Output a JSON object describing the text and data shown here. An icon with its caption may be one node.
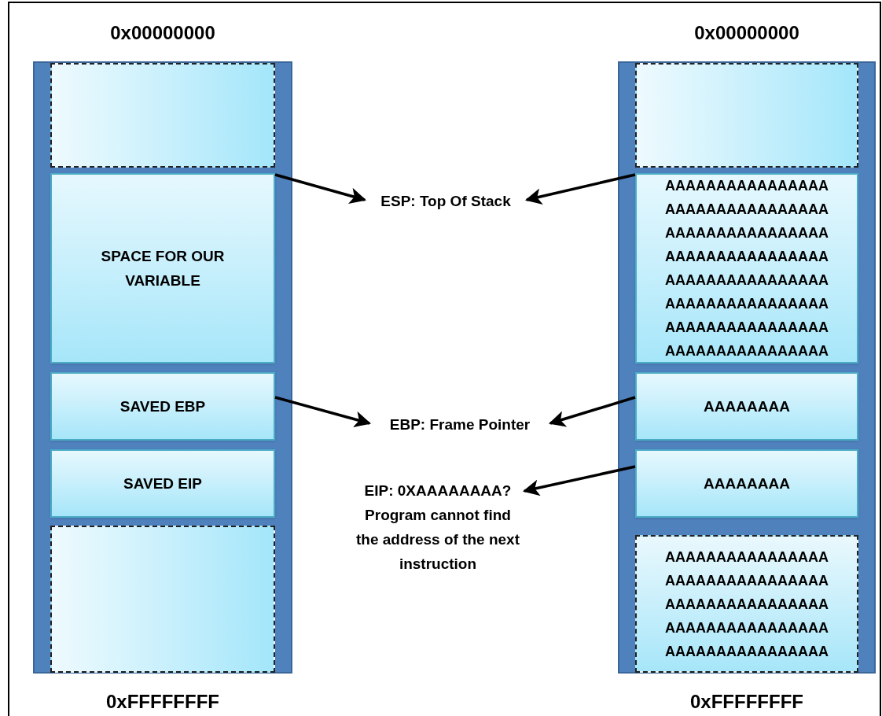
{
  "diagram": {
    "nodes": [
      {
        "text": [],
        "shape": "bar",
        "beside": [
          "0x00000000",
          "0xFFFFFFFF"
        ]
      },
      {
        "text": [],
        "shape": "box",
        "in": 0
      },
      {
        "text": [
          "SPACE FOR OUR VARIABLE"
        ],
        "in": 0
      },
      {
        "text": [
          "SAVED EBP"
        ],
        "in": 0
      },
      {
        "text": [
          "SAVED EIP"
        ],
        "in": 0
      },
      {
        "text": [],
        "shape": "box",
        "in": 0
      },
      {
        "text": [
          "ESP: Top Of Stack"
        ]
      },
      {
        "text": [
          "EBP: Frame Pointer"
        ]
      },
      {
        "text": [
          "EIP: 0XAAAAAAAA? Program cannot find the address of the next instruction"
        ]
      },
      {
        "text": [],
        "shape": "bar",
        "beside": [
          "0x00000000",
          "0xFFFFFFFF"
        ]
      },
      {
        "text": [],
        "shape": "box",
        "in": 9
      },
      {
        "text": [
          "AAAAAAAAAAAAAAAA AAAAAAAAAAAAAAAA AAAAAAAAAAAAAAAA AAAAAAAAAAAAAAAA AAAAAAAAAAAAAAAA AAAAAAAAAAAAAAAA AAAAAAAAAAAAAAAA AAAAAAAAAAAAAAAA"
        ],
        "in": 9
      },
      {
        "text": [
          "AAAAAAAA"
        ],
        "in": 9
      },
      {
        "text": [
          "AAAAAAAA"
        ],
        "in": 9
      },
      {
        "text": [
          "AAAAAAAAAAAAAAAA AAAAAAAAAAAAAAAA AAAAAAAAAAAAAAAA AAAAAAAAAAAAAAAA AAAAAAAAAAAAAAAA"
        ],
        "in": 9
      }
    ],
    "edges": [
      {
        "from": 2,
        "to": 6,
        "arrow": "to"
      },
      {
        "from": 11,
        "to": 6,
        "arrow": "to"
      },
      {
        "from": 3,
        "to": 7,
        "arrow": "to"
      },
      {
        "from": 12,
        "to": 7,
        "arrow": "to"
      },
      {
        "from": 13,
        "to": 8,
        "arrow": "to"
      }
    ]
  }
}
